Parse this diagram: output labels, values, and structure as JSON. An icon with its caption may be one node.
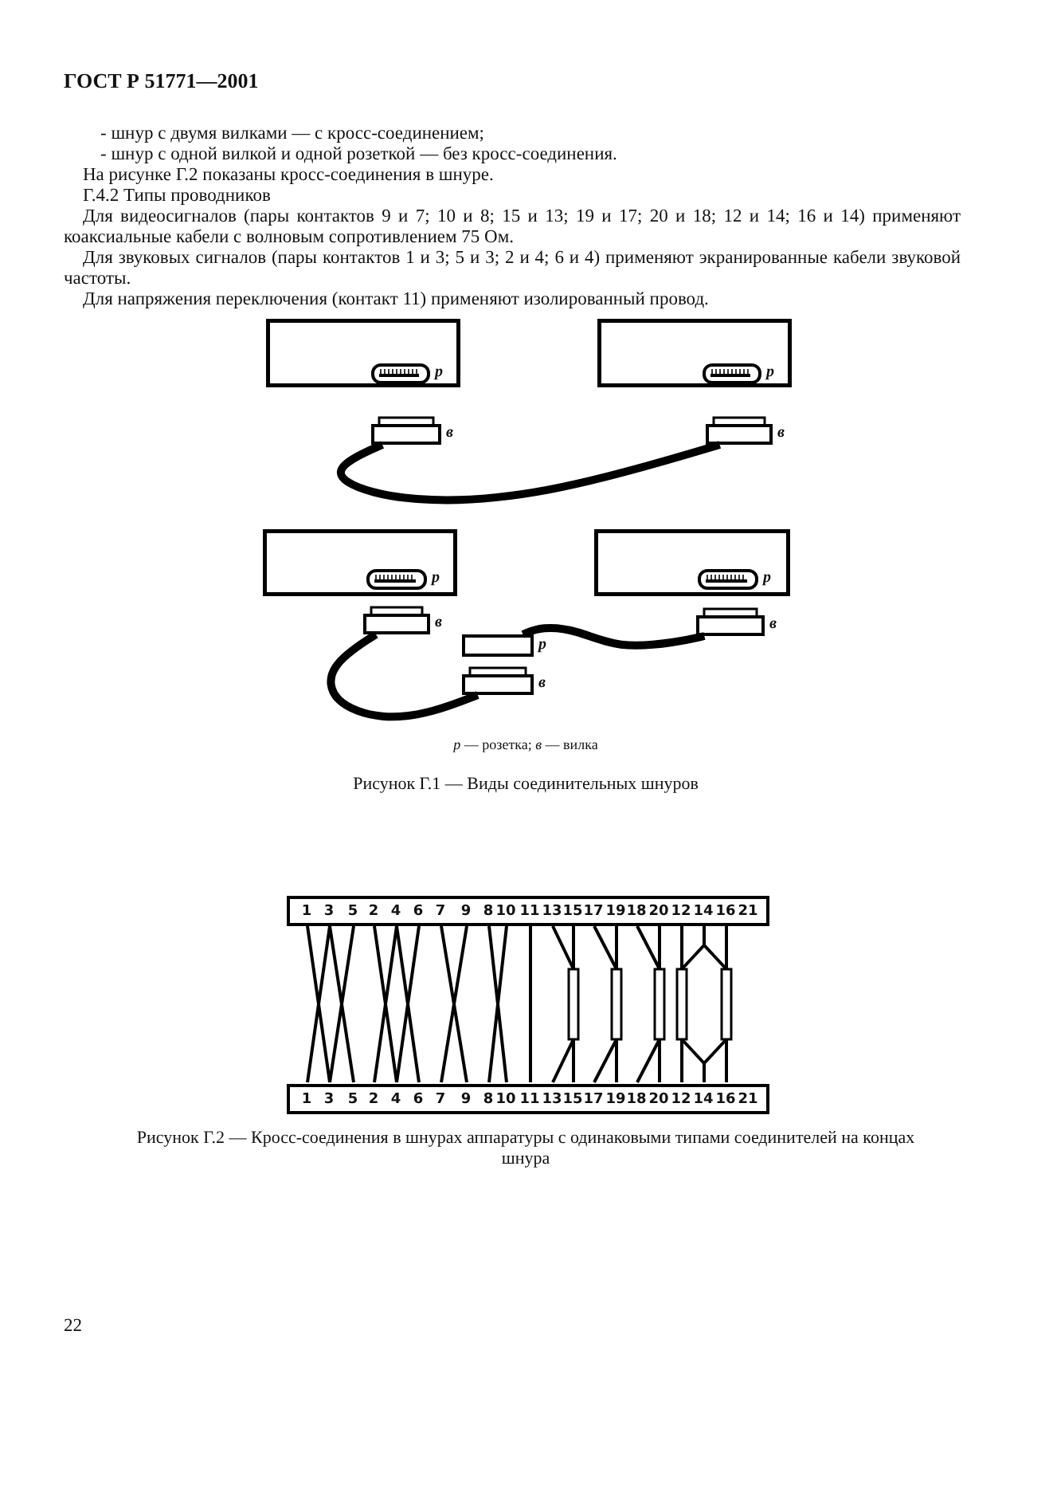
{
  "diagram": {
    "nodes": [
      {
        "text": [],
        "shape": "box"
      },
      {
        "text": [],
        "shape": "box",
        "in": 0,
        "beside": [
          "р"
        ]
      },
      {
        "text": [],
        "shape": "box"
      },
      {
        "text": [],
        "shape": "box",
        "in": 2,
        "beside": [
          "р"
        ]
      },
      {
        "text": [],
        "shape": "box",
        "beside": [
          "в"
        ]
      },
      {
        "text": [],
        "shape": "box",
        "beside": [
          "в"
        ]
      },
      {
        "text": [],
        "shape": "box"
      },
      {
        "text": [],
        "shape": "box",
        "in": 6,
        "beside": [
          "р"
        ]
      },
      {
        "text": [],
        "shape": "box"
      },
      {
        "text": [],
        "shape": "box",
        "in": 8,
        "beside": [
          "р"
        ]
      },
      {
        "text": [],
        "shape": "box",
        "beside": [
          "в"
        ]
      },
      {
        "text": [],
        "shape": "box",
        "beside": [
          "в"
        ]
      },
      {
        "text": [],
        "shape": "box",
        "beside": [
          "р"
        ]
      },
      {
        "text": [],
        "shape": "box",
        "beside": [
          "в"
        ]
      },
      {
        "text": [
          "1",
          "3",
          "5",
          "2",
          "4",
          "6",
          "7",
          "9",
          "8",
          "10",
          "11",
          "13",
          "15",
          "17",
          "19",
          "18",
          "20",
          "12",
          "14",
          "16",
          "21"
        ]
      },
      {
        "text": [
          "1",
          "3",
          "5",
          "2",
          "4",
          "6",
          "7",
          "9",
          "8",
          "10",
          "11",
          "13",
          "15",
          "17",
          "19",
          "18",
          "20",
          "12",
          "14",
          "16",
          "21"
        ]
      }
    ],
    "edges": [
      {
        "from": 4,
        "to": 5,
        "arrow": "none"
      },
      {
        "from": 10,
        "to": 13,
        "arrow": "none"
      },
      {
        "from": 12,
        "to": 11,
        "arrow": "none"
      }
    ],
    "labels": [
      "ГОСТ Р 51771—2001",
      "- шнур с двумя вилками — с кросс-соединением;",
      "- шнур с одной вилкой и одной розеткой — без кросс-соединения.",
      "На рисунке Г.2 показаны кросс-соединения в шнуре.",
      "Г.4.2 Типы проводников",
      "Для видеосигналов (пары контактов 9 и 7; 10 и 8; 15 и 13; 19 и 17; 20 и 18; 12 и 14; 16 и 14) применяют коаксиальные кабели с волновым сопротивлением 75 Ом.",
      "Для звуковых сигналов (пары контактов 1 и 3; 5 и 3; 2 и 4; 6 и 4) применяют экранированные кабели звуковой частоты.",
      "Для напряжения переключения (контакт 11) применяют изолированный провод.",
      "*р* — розетка; *в* — вилка",
      "Рисунок Г.1 — Виды соединительных шнуров",
      "Рисунок Г.2 — Кросс-соединения в шнурах аппаратуры с одинаковыми типами соединителей на концах шнура",
      "22"
    ]
  }
}
